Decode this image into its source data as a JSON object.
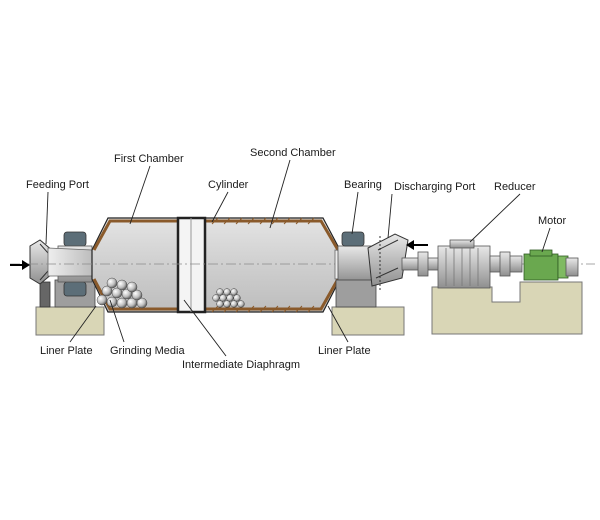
{
  "labels": {
    "feeding_port": "Feeding Port",
    "first_chamber": "First Chamber",
    "cylinder": "Cylinder",
    "second_chamber": "Second Chamber",
    "bearing": "Bearing",
    "discharging_port": "Discharging Port",
    "reducer": "Reducer",
    "motor": "Motor",
    "liner_plate_left": "Liner Plate",
    "grinding_media": "Grinding Media",
    "intermediate_diaphragm": "Intermediate Diaphragm",
    "liner_plate_right": "Liner Plate"
  },
  "colors": {
    "foundation": "#d9d6b6",
    "shell_fill": "#d0d0d0",
    "liner": "#8a5a2b",
    "bearing_block": "#5c6e78",
    "motor": "#6aa84f",
    "metal": "#bdbdbd",
    "flow_arrow": "#000000"
  }
}
